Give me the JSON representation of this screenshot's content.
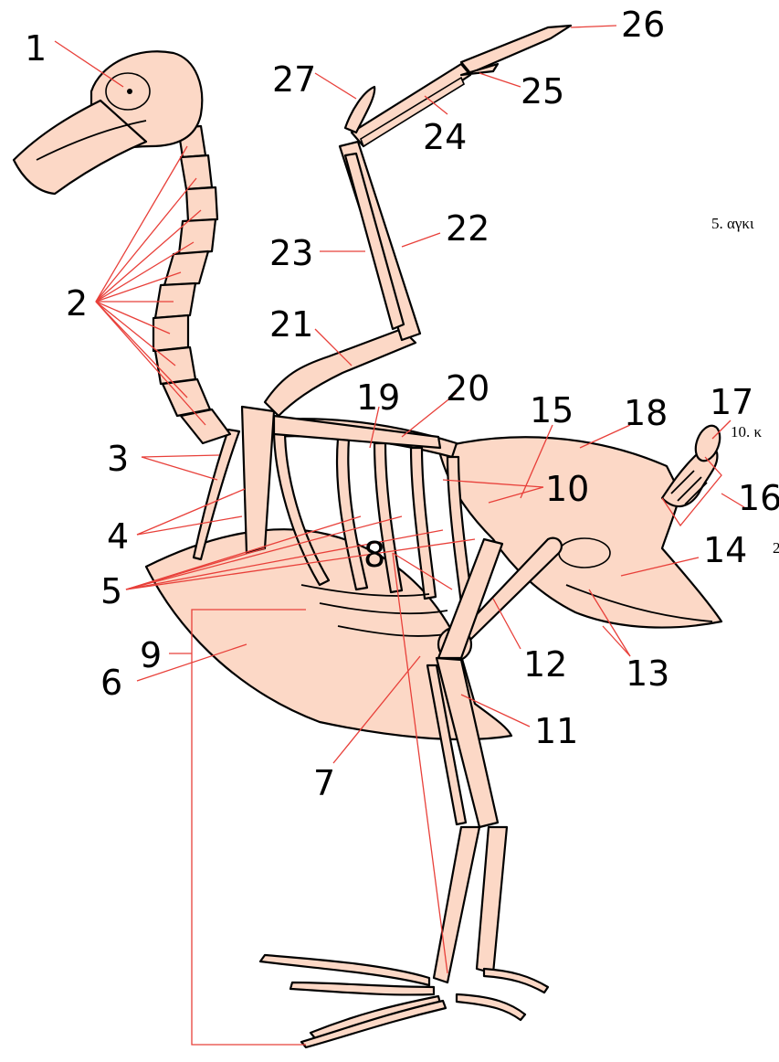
{
  "labels": [
    "1",
    "2",
    "3",
    "4",
    "5",
    "6",
    "7",
    "8",
    "9",
    "10",
    "11",
    "12",
    "13",
    "14",
    "15",
    "16",
    "17",
    "18",
    "19",
    "20",
    "21",
    "22",
    "23",
    "24",
    "25",
    "26",
    "27"
  ],
  "fragments": [
    "5. αγκι",
    "10. κ",
    "2"
  ],
  "colors": {
    "bone": "#fcd8c6",
    "outline": "#000000",
    "leader": "#e8403a"
  }
}
